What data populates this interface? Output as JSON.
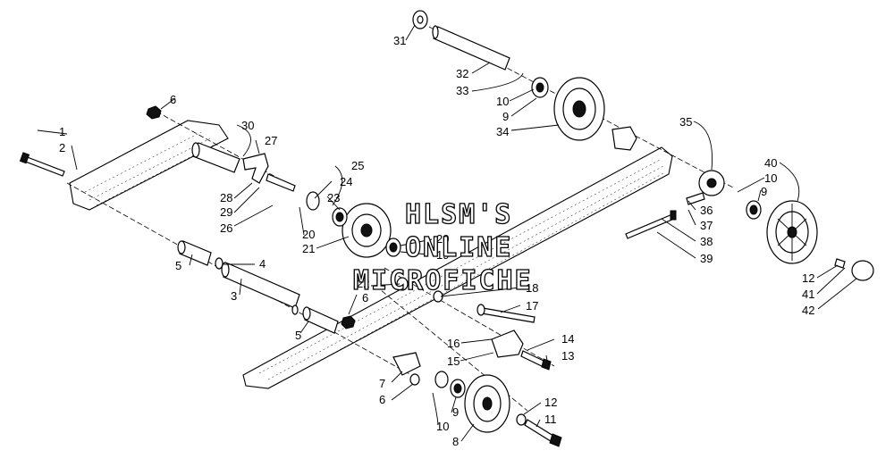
{
  "callouts": {
    "c1": "1",
    "c2": "2",
    "c3": "3",
    "c4": "4",
    "c5a": "5",
    "c5b": "5",
    "c6a": "6",
    "c6b": "6",
    "c6c": "6",
    "c7": "7",
    "c8": "8",
    "c9a": "9",
    "c9b": "9",
    "c9c": "9",
    "c10a": "10",
    "c10b": "10",
    "c10c": "10",
    "c11": "11",
    "c12a": "12",
    "c12b": "12",
    "c13": "13",
    "c14": "14",
    "c15": "15",
    "c16": "16",
    "c17": "17",
    "c18": "18",
    "c19": "19",
    "c20a": "20",
    "c20b": "20",
    "c21": "21",
    "c22": "22",
    "c23": "23",
    "c24": "24",
    "c25": "25",
    "c26": "26",
    "c27": "27",
    "c28": "28",
    "c29": "29",
    "c30": "30",
    "c31": "31",
    "c32": "32",
    "c33": "33",
    "c34": "34",
    "c35": "35",
    "c36": "36",
    "c37": "37",
    "c38": "38",
    "c39": "39",
    "c40": "40",
    "c41": "41",
    "c42": "42"
  },
  "watermark": {
    "line1": "HLSM'S",
    "line2": "ONLINE",
    "line3": "MICROFICHE"
  }
}
